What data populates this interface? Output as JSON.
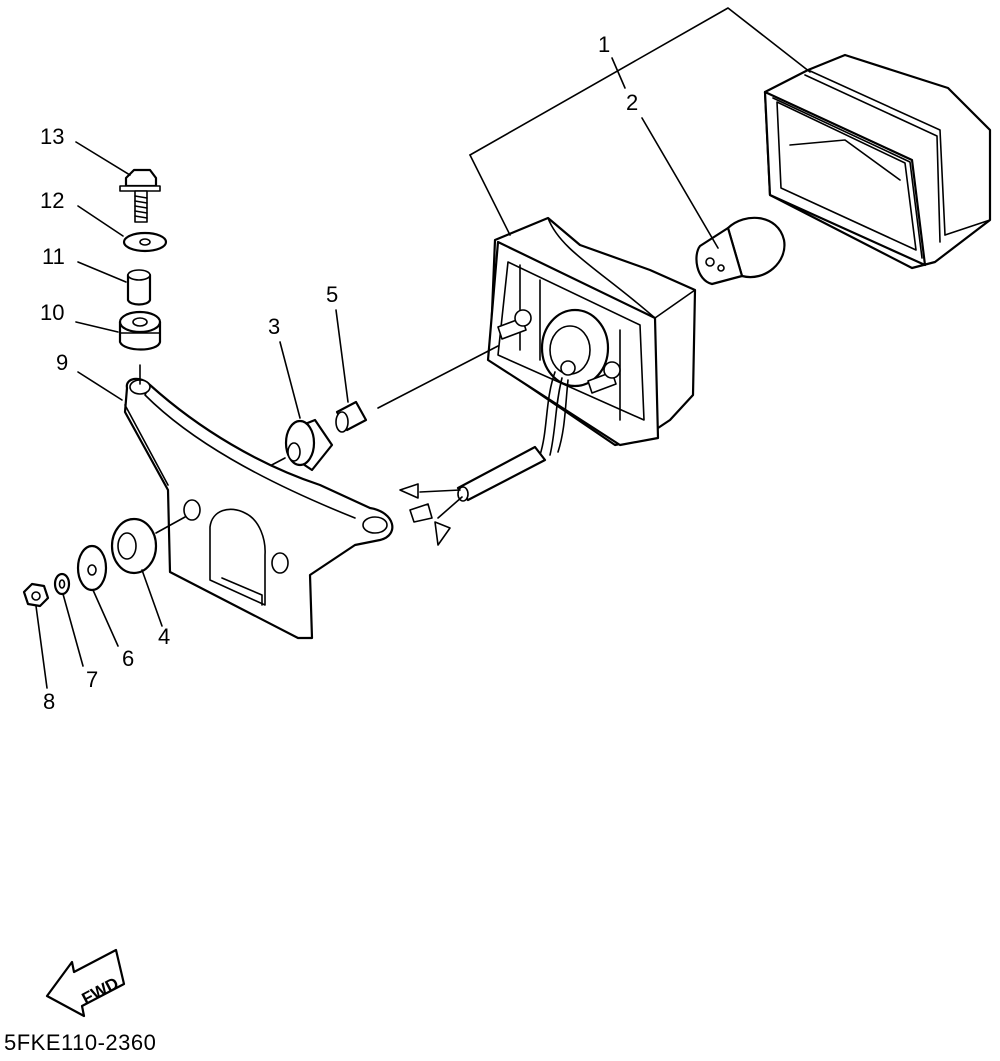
{
  "diagram": {
    "drawing_code": "5FKE110-2360",
    "direction_label": "FWD",
    "callouts": [
      {
        "id": "1",
        "label": "1",
        "part": "tail-light-lens"
      },
      {
        "id": "2",
        "label": "2",
        "part": "bulb"
      },
      {
        "id": "3",
        "label": "3",
        "part": "grommet"
      },
      {
        "id": "4",
        "label": "4",
        "part": "damper"
      },
      {
        "id": "5",
        "label": "5",
        "part": "collar"
      },
      {
        "id": "6",
        "label": "6",
        "part": "plate-washer"
      },
      {
        "id": "7",
        "label": "7",
        "part": "spring-washer"
      },
      {
        "id": "8",
        "label": "8",
        "part": "nut"
      },
      {
        "id": "9",
        "label": "9",
        "part": "bracket"
      },
      {
        "id": "10",
        "label": "10",
        "part": "grommet-large"
      },
      {
        "id": "11",
        "label": "11",
        "part": "collar-small"
      },
      {
        "id": "12",
        "label": "12",
        "part": "washer"
      },
      {
        "id": "13",
        "label": "13",
        "part": "bolt"
      }
    ]
  }
}
